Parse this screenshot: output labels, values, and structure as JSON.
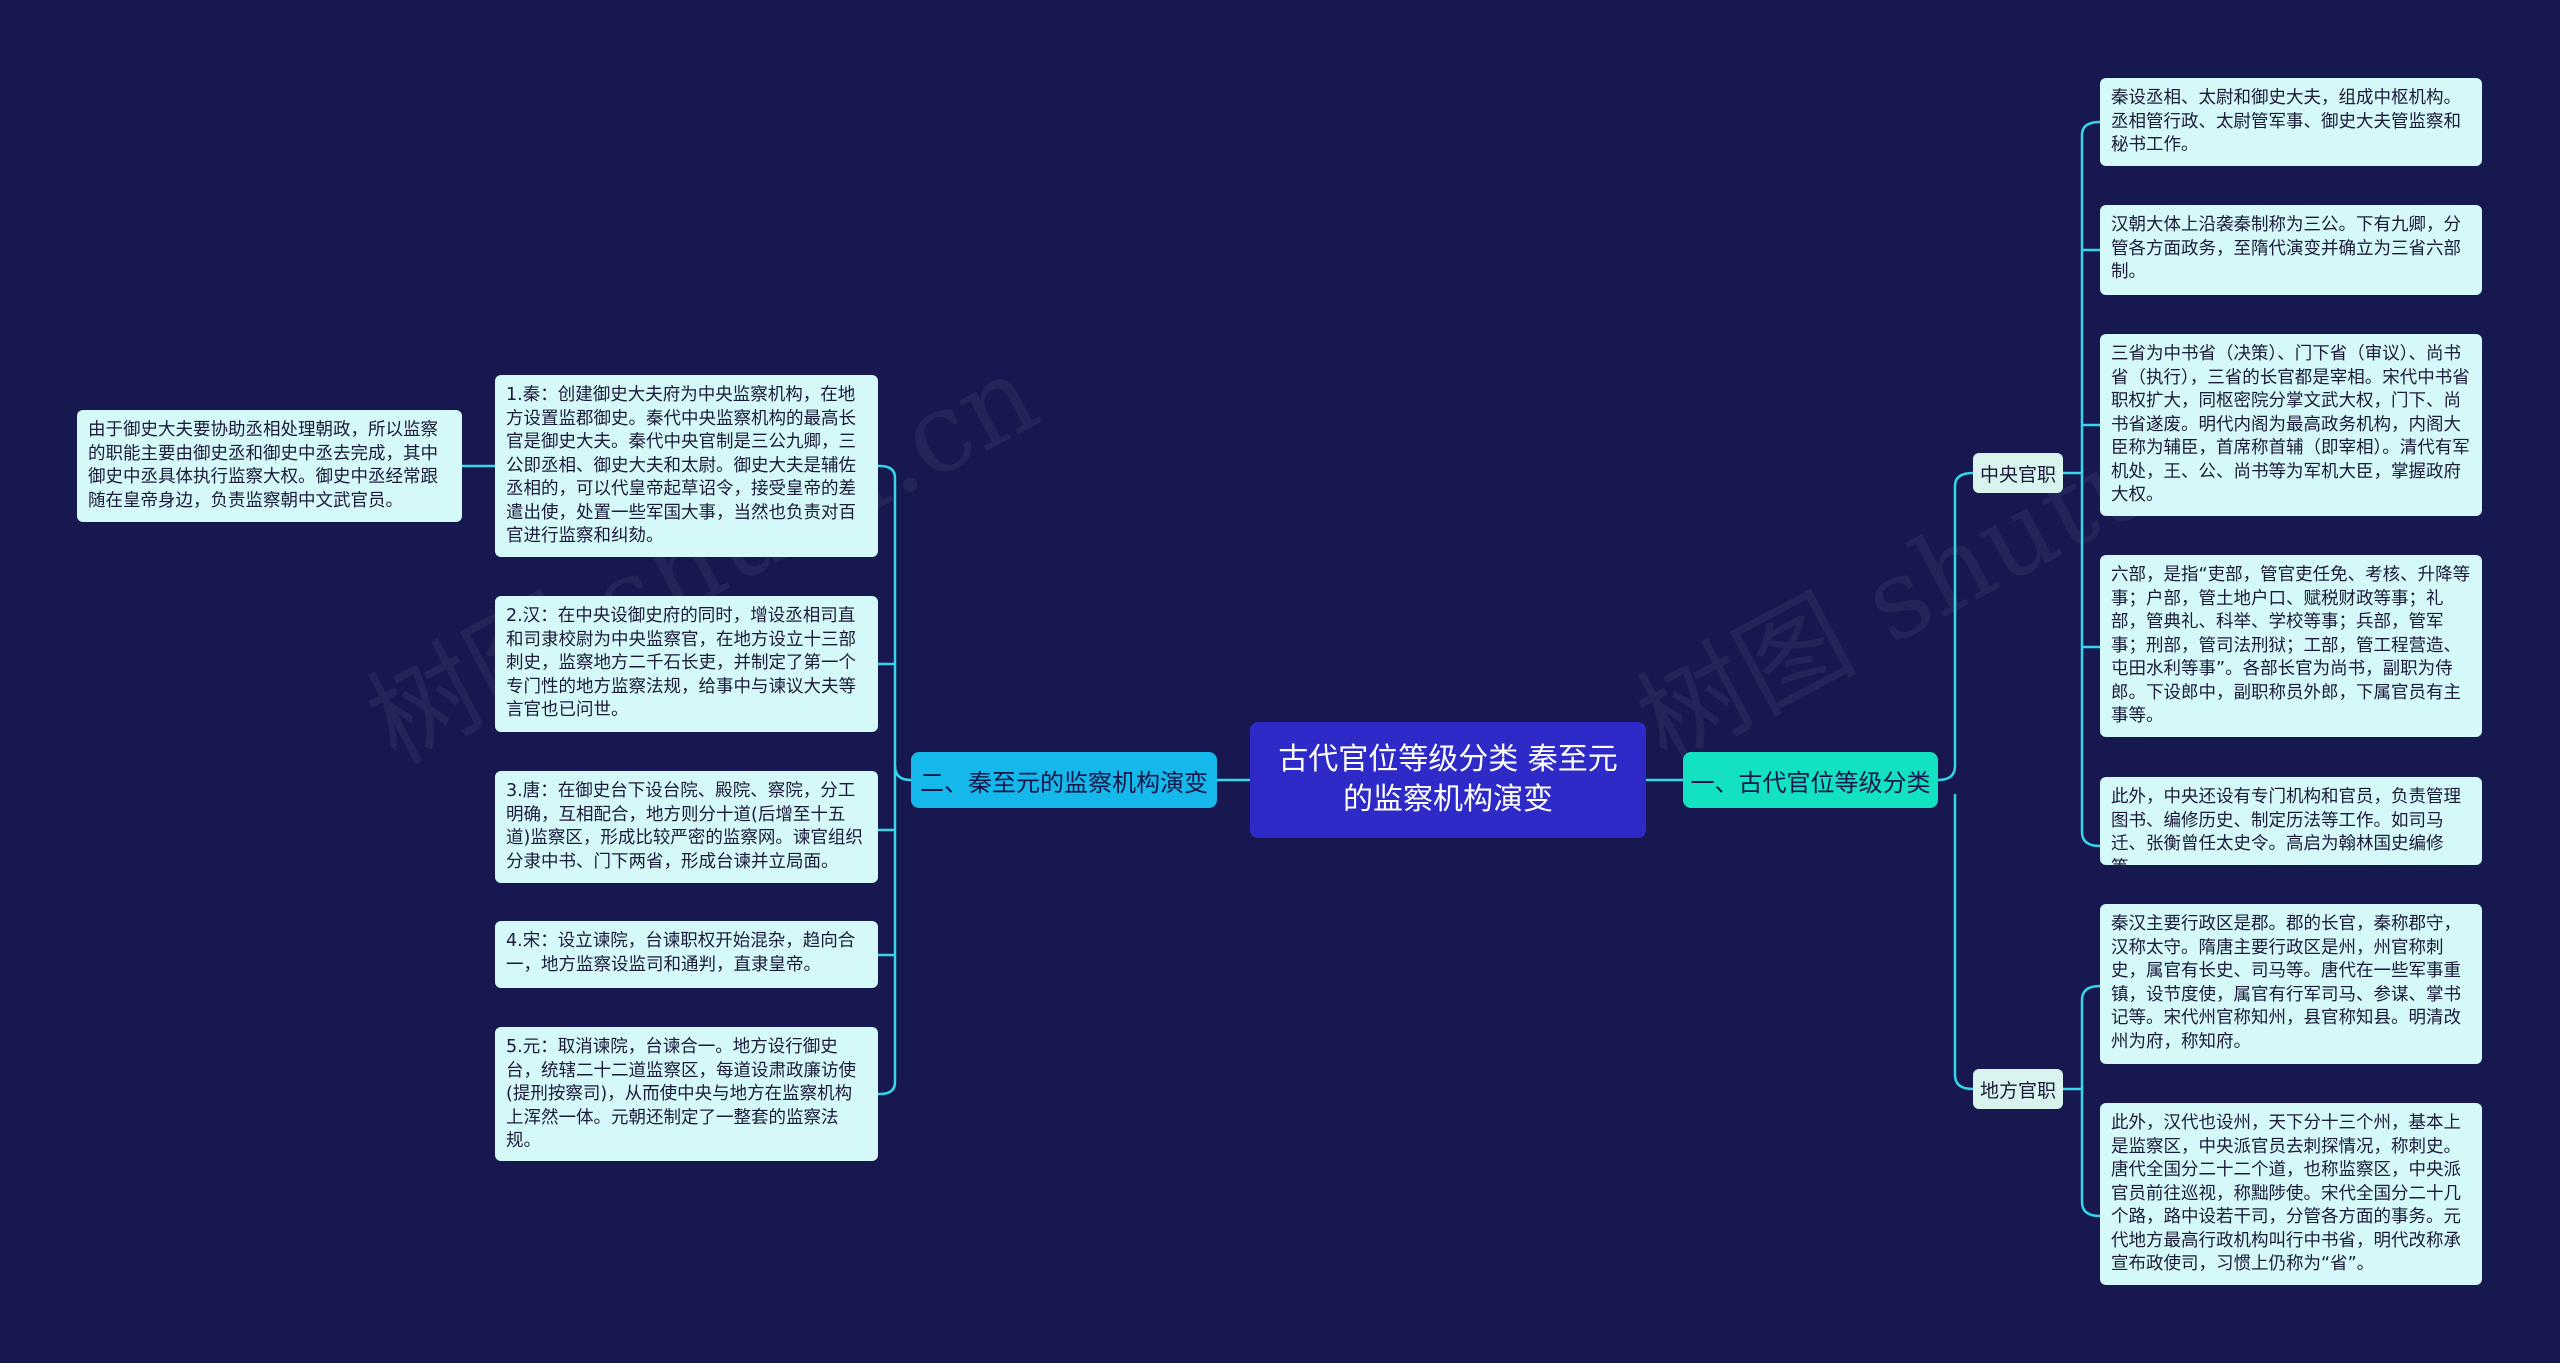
{
  "root": {
    "title": "古代官位等级分类 秦至元的监察机构演变"
  },
  "left": {
    "label": "二、秦至元的监察机构演变",
    "items": [
      {
        "text": "1.秦：创建御史大夫府为中央监察机构，在地方设置监郡御史。秦代中央监察机构的最高长官是御史大夫。秦代中央官制是三公九卿，三公即丞相、御史大夫和太尉。御史大夫是辅佐丞相的，可以代皇帝起草诏令，接受皇帝的差遣出使，处置一些军国大事，当然也负责对百官进行监察和纠劾。"
      },
      {
        "text": "2.汉：在中央设御史府的同时，增设丞相司直和司隶校尉为中央监察官，在地方设立十三部刺史，监察地方二千石长吏，并制定了第一个专门性的地方监察法规，给事中与谏议大夫等言官也已问世。"
      },
      {
        "text": "3.唐：在御史台下设台院、殿院、察院，分工明确，互相配合，地方则分十道(后增至十五道)监察区，形成比较严密的监察网。谏官组织分隶中书、门下两省，形成台谏并立局面。"
      },
      {
        "text": "4.宋：设立谏院，台谏职权开始混杂，趋向合一，地方监察设监司和通判，直隶皇帝。"
      },
      {
        "text": "5.元：取消谏院，台谏合一。地方设行御史台，统辖二十二道监察区，每道设肃政廉访使(提刑按察司)，从而使中央与地方在监察机构上浑然一体。元朝还制定了一整套的监察法规。"
      }
    ],
    "detail": {
      "text": "由于御史大夫要协助丞相处理朝政，所以监察的职能主要由御史丞和御史中丞去完成，其中御史中丞具体执行监察大权。御史中丞经常跟随在皇帝身边，负责监察朝中文武官员。"
    }
  },
  "right": {
    "label": "一、古代官位等级分类",
    "central": {
      "label": "中央官职",
      "items": [
        {
          "text": "秦设丞相、太尉和御史大夫，组成中枢机构。丞相管行政、太尉管军事、御史大夫管监察和秘书工作。"
        },
        {
          "text": "汉朝大体上沿袭秦制称为三公。下有九卿，分管各方面政务，至隋代演变并确立为三省六部制。"
        },
        {
          "text": "三省为中书省（决策）、门下省（审议）、尚书省（执行），三省的长官都是宰相。宋代中书省职权扩大，同枢密院分掌文武大权，门下、尚书省遂废。明代内阁为最高政务机构，内阁大臣称为辅臣，首席称首辅（即宰相）。清代有军机处，王、公、尚书等为军机大臣，掌握政府大权。"
        },
        {
          "text": "六部，是指“吏部，管官吏任免、考核、升降等事；户部，管土地户口、赋税财政等事；礼部，管典礼、科举、学校等事；兵部，管军事；刑部，管司法刑狱；工部，管工程营造、屯田水利等事”。各部长官为尚书，副职为侍郎。下设郎中，副职称员外郎，下属官员有主事等。"
        },
        {
          "text": "此外，中央还设有专门机构和官员，负责管理图书、编修历史、制定历法等工作。如司马迁、张衡曾任太史令。高启为翰林国史编修等。"
        }
      ]
    },
    "local": {
      "label": "地方官职",
      "items": [
        {
          "text": "秦汉主要行政区是郡。郡的长官，秦称郡守，汉称太守。隋唐主要行政区是州，州官称刺史，属官有长史、司马等。唐代在一些军事重镇，设节度使，属官有行军司马、参谋、掌书记等。宋代州官称知州，县官称知县。明清改州为府，称知府。"
        },
        {
          "text": "此外，汉代也设州，天下分十三个州，基本上是监察区，中央派官员去刺探情况，称刺史。唐代全国分二十二个道，也称监察区，中央派官员前往巡视，称黜陟使。宋代全国分二十几个路，路中设若干司，分管各方面的事务。元代地方最高行政机构叫行中书省，明代改称承宣布政使司，习惯上仍称为“省”。"
        }
      ]
    }
  },
  "colors": {
    "background": "#16184f",
    "root": "#2d2ac8",
    "branch_left": "#14b8ea",
    "branch_right": "#12e2c2",
    "leaf": "#d5f8f8",
    "connector": "#34d6e8"
  }
}
